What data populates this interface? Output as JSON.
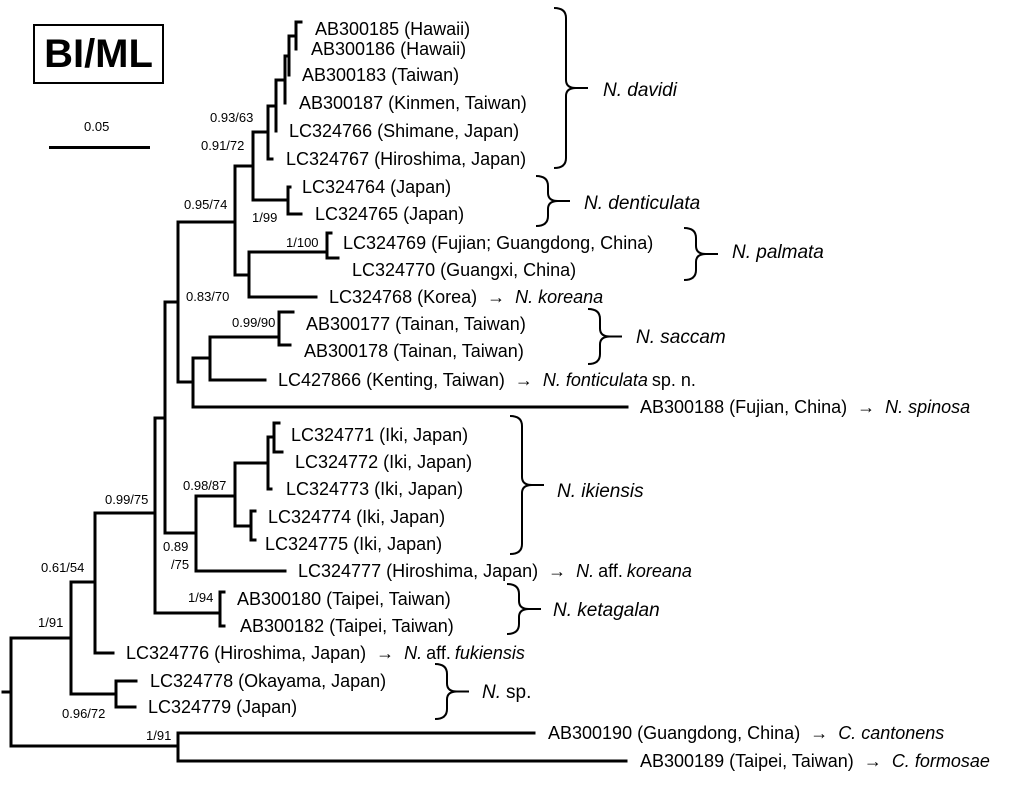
{
  "title": "BI/ML",
  "scale": {
    "label": "0.05",
    "value": 0.05
  },
  "arrow_glyph": "→",
  "leaves": [
    {
      "id": "AB300185",
      "label": "AB300185 (Hawaii)"
    },
    {
      "id": "AB300186",
      "label": "AB300186 (Hawaii)"
    },
    {
      "id": "AB300183",
      "label": "AB300183 (Taiwan)"
    },
    {
      "id": "AB300187",
      "label": "AB300187 (Kinmen, Taiwan)"
    },
    {
      "id": "LC324766",
      "label": "LC324766 (Shimane, Japan)"
    },
    {
      "id": "LC324767",
      "label": "LC324767 (Hiroshima, Japan)"
    },
    {
      "id": "LC324764",
      "label": "LC324764 (Japan)"
    },
    {
      "id": "LC324765",
      "label": "LC324765 (Japan)"
    },
    {
      "id": "LC324769",
      "label": "LC324769 (Fujian; Guangdong, China)"
    },
    {
      "id": "LC324770",
      "label": "LC324770 (Guangxi, China)"
    },
    {
      "id": "LC324768",
      "label": "LC324768 (Korea)",
      "arrow_to": "N. koreana"
    },
    {
      "id": "AB300177",
      "label": "AB300177 (Tainan, Taiwan)"
    },
    {
      "id": "AB300178",
      "label": "AB300178 (Tainan, Taiwan)"
    },
    {
      "id": "LC427866",
      "label": "LC427866 (Kenting, Taiwan)",
      "arrow_to": "N. fonticulata",
      "arrow_suffix": "sp. n."
    },
    {
      "id": "AB300188",
      "label": "AB300188 (Fujian, China)",
      "arrow_to": "N. spinosa"
    },
    {
      "id": "LC324771",
      "label": "LC324771 (Iki, Japan)"
    },
    {
      "id": "LC324772",
      "label": "LC324772 (Iki, Japan)"
    },
    {
      "id": "LC324773",
      "label": "LC324773 (Iki, Japan)"
    },
    {
      "id": "LC324774",
      "label": "LC324774 (Iki, Japan)"
    },
    {
      "id": "LC324775",
      "label": "LC324775 (Iki, Japan)"
    },
    {
      "id": "LC324777",
      "label": "LC324777 (Hiroshima, Japan)",
      "arrow_to_prefix": "N.",
      "arrow_to_plain": "aff.",
      "arrow_to": "koreana"
    },
    {
      "id": "AB300180",
      "label": "AB300180 (Taipei, Taiwan)"
    },
    {
      "id": "AB300182",
      "label": "AB300182 (Taipei, Taiwan)"
    },
    {
      "id": "LC324776",
      "label": "LC324776 (Hiroshima, Japan)",
      "arrow_to_prefix": "N.",
      "arrow_to_plain": "aff.",
      "arrow_to": "fukiensis"
    },
    {
      "id": "LC324778",
      "label": "LC324778 (Okayama, Japan)"
    },
    {
      "id": "LC324779",
      "label": "LC324779 (Japan)"
    },
    {
      "id": "AB300190",
      "label": "AB300190 (Guangdong, China)",
      "arrow_to": "C. cantonens"
    },
    {
      "id": "AB300189",
      "label": "AB300189 (Taipei, Taiwan)",
      "arrow_to": "C. formosae"
    }
  ],
  "clades": [
    {
      "name": "N. davidi",
      "members": [
        "AB300185",
        "AB300186",
        "AB300183",
        "AB300187",
        "LC324766",
        "LC324767"
      ]
    },
    {
      "name": "N. denticulata",
      "members": [
        "LC324764",
        "LC324765"
      ]
    },
    {
      "name": "N. palmata",
      "members": [
        "LC324769",
        "LC324770"
      ]
    },
    {
      "name": "N. saccam",
      "members": [
        "AB300177",
        "AB300178"
      ]
    },
    {
      "name": "N. ikiensis",
      "members": [
        "LC324771",
        "LC324772",
        "LC324773",
        "LC324774",
        "LC324775"
      ]
    },
    {
      "name": "N. ketagalan",
      "members": [
        "AB300180",
        "AB300182"
      ]
    },
    {
      "name": "N.",
      "suffix": "sp.",
      "members": [
        "LC324778",
        "LC324779"
      ]
    }
  ],
  "support_values": [
    {
      "node": "davidi-inner",
      "value": "0.93/63"
    },
    {
      "node": "davidi",
      "value": "0.91/72"
    },
    {
      "node": "denticulata",
      "value": "1/99"
    },
    {
      "node": "davidi-denticulata-palmata-koreana",
      "value": "0.95/74"
    },
    {
      "node": "palmata",
      "value": "1/100"
    },
    {
      "node": "palmata-koreana",
      "value": "0.83/70"
    },
    {
      "node": "saccam",
      "value": "0.99/90"
    },
    {
      "node": "ikiensis",
      "value": "0.98/87"
    },
    {
      "node": "ikiensis-affkoreana",
      "value": "0.89\n/75"
    },
    {
      "node": "ingroup-core",
      "value": "0.99/75"
    },
    {
      "node": "ingroup-plus-fukiensis",
      "value": "0.61/54"
    },
    {
      "node": "ketagalan",
      "value": "1/94"
    },
    {
      "node": "nephila-all",
      "value": "1/91"
    },
    {
      "node": "nsp",
      "value": "0.96/72"
    },
    {
      "node": "outgroup",
      "value": "1/91"
    }
  ]
}
